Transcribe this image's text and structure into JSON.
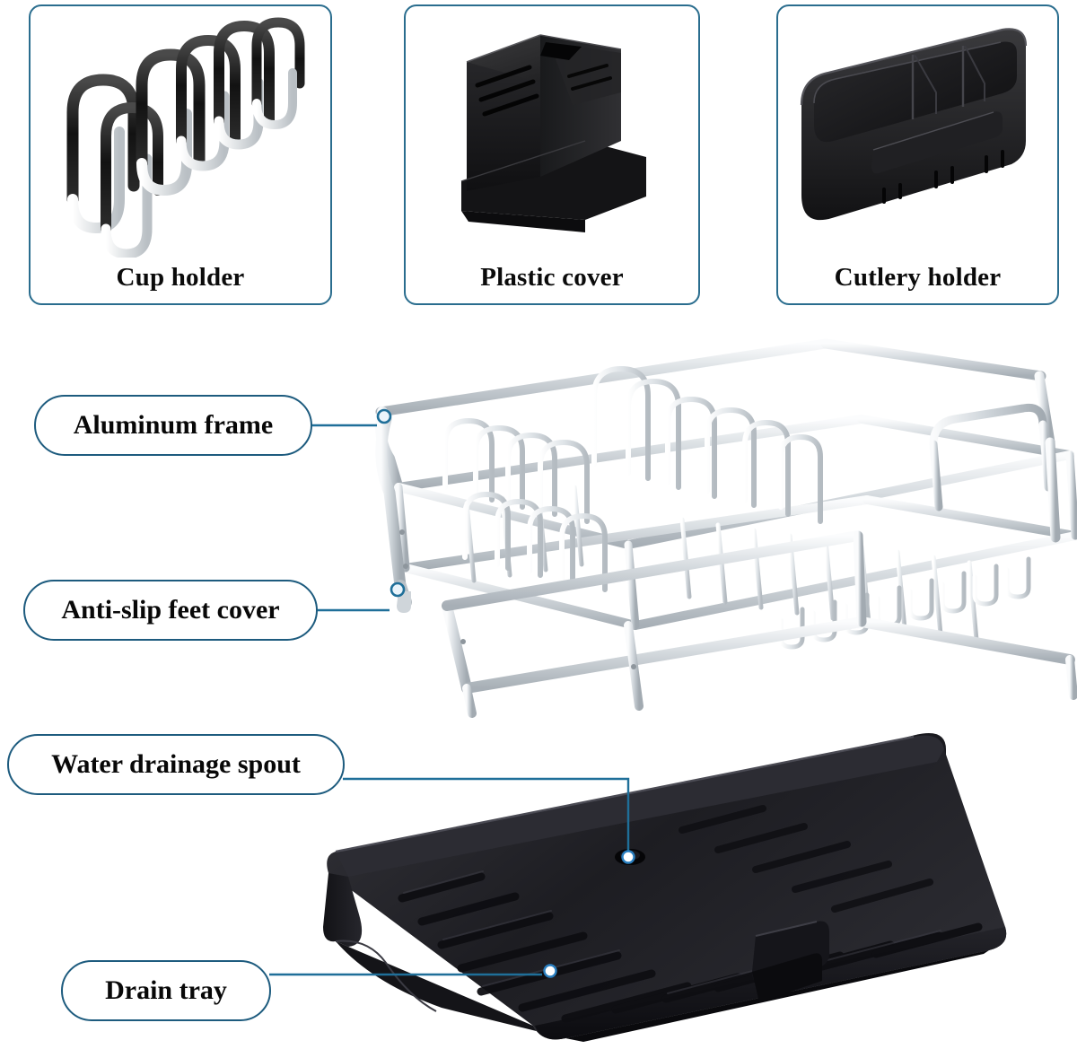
{
  "panels": [
    {
      "label": "Cup holder",
      "art": "cup-holder-illustration"
    },
    {
      "label": "Plastic cover",
      "art": "plastic-cover-illustration"
    },
    {
      "label": "Cutlery holder",
      "art": "cutlery-holder-illustration"
    }
  ],
  "callouts": [
    {
      "label": "Aluminum frame",
      "target": "dish-rack-frame-top-left"
    },
    {
      "label": "Anti-slip feet cover",
      "target": "dish-rack-foot-left"
    },
    {
      "label": "Water drainage spout",
      "target": "drain-tray-drain-hole"
    },
    {
      "label": "Drain tray",
      "target": "drain-tray-front-edge"
    }
  ],
  "products": [
    {
      "name": "dish-rack",
      "material": "aluminum"
    },
    {
      "name": "drain-tray",
      "material": "plastic"
    }
  ],
  "colors": {
    "panel_border": "#2a6d8e",
    "callout_border": "#1d5b7e",
    "leader_line": "#1f6f99",
    "label_text": "#080808",
    "plastic_black": "#231f20",
    "aluminum_light": "#e9ecef",
    "aluminum_mid": "#c6ccd2",
    "aluminum_dark": "#9aa3ab",
    "background": "#ffffff"
  }
}
